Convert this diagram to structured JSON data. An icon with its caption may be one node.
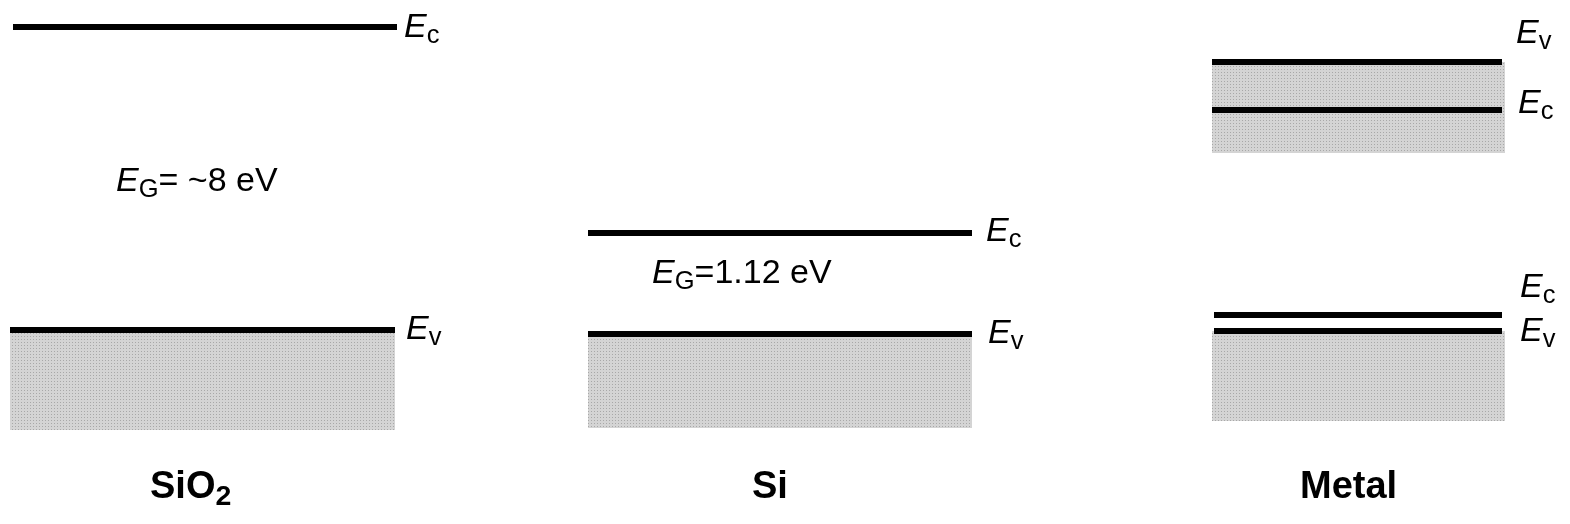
{
  "diagram": {
    "labels": [
      "*E*$_{c}$",
      "*E*$_{G}$= ~8 eV",
      "*E*$_{v}$",
      "*E*$_{c}$",
      "*E*$_{G}$=1.12 eV",
      "*E*$_{v}$",
      "*E*$_{v}$",
      "*E*$_{c}$",
      "*E*$_{c}$",
      "*E*$_{v}$",
      "SiO$_{2}$",
      "Si",
      "Metal"
    ]
  }
}
